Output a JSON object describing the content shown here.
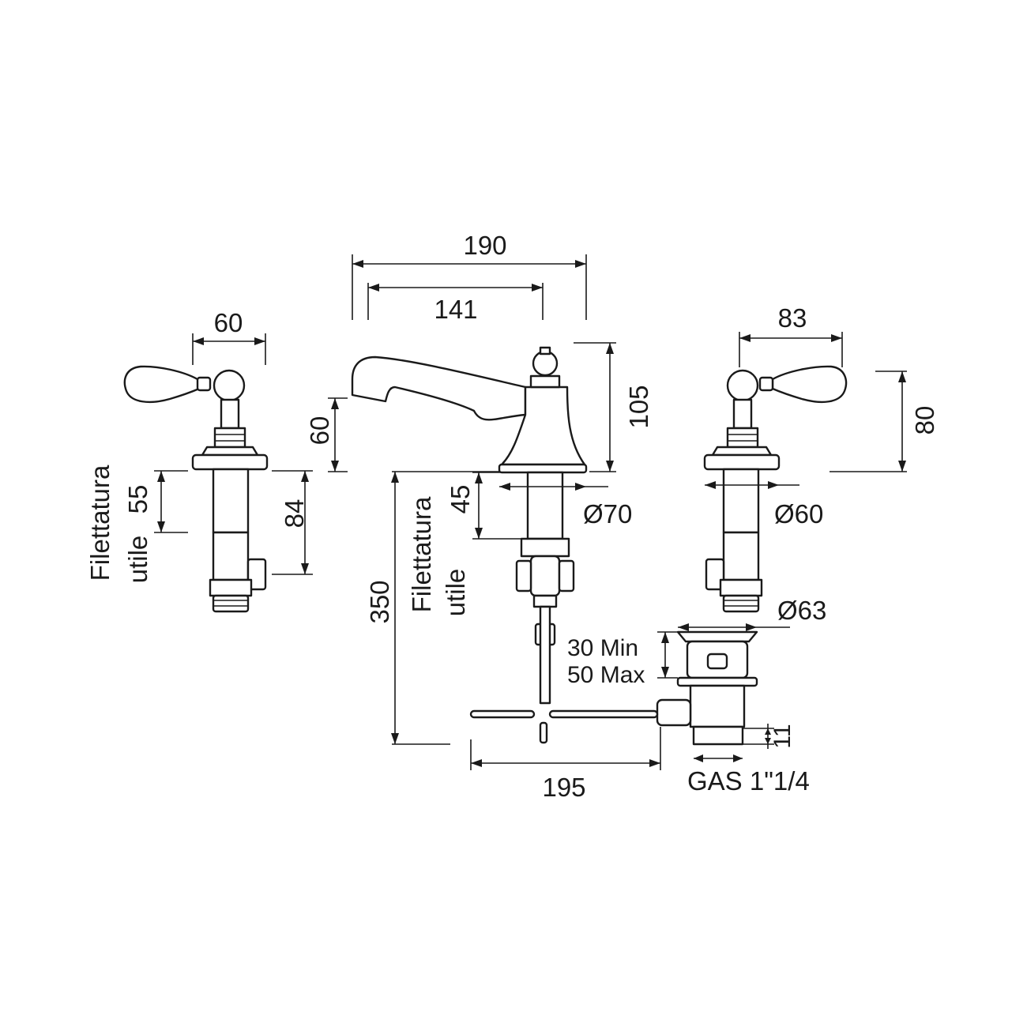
{
  "dimensions": {
    "overall_spread": "190",
    "spout_reach": "141",
    "left_handle_width": "60",
    "right_handle_width": "83",
    "spout_outlet_height": "60",
    "spout_height": "105",
    "right_handle_height": "80",
    "left_thread_length": "55",
    "left_body_length": "84",
    "spout_thread_length": "45",
    "total_height": "350",
    "spout_base_diameter": "Ø70",
    "right_base_diameter": "Ø60",
    "drain_diameter": "Ø63",
    "drain_min": "30 Min",
    "drain_max": "50 Max",
    "rod_length": "195",
    "drain_gap": "11",
    "drain_thread": "GAS 1\"1/4"
  },
  "labels": {
    "thread_word": "Filettatura",
    "useful_word": "utile"
  }
}
